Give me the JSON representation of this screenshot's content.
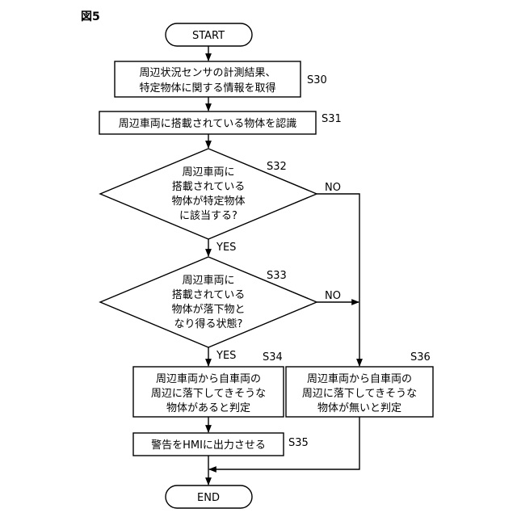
{
  "figure_label": "図5",
  "start": "START",
  "end": "END",
  "steps": {
    "s30": {
      "id": "S30",
      "lines": [
        "周辺状況センサの計測結果、",
        "特定物体に関する情報を取得"
      ]
    },
    "s31": {
      "id": "S31",
      "lines": [
        "周辺車両に搭載されている物体を認識"
      ]
    },
    "s32": {
      "id": "S32",
      "lines": [
        "周辺車両に",
        "搭載されている",
        "物体が特定物体",
        "に該当する?"
      ]
    },
    "s33": {
      "id": "S33",
      "lines": [
        "周辺車両に",
        "搭載されている",
        "物体が落下物と",
        "なり得る状態?"
      ]
    },
    "s34": {
      "id": "S34",
      "lines": [
        "周辺車両から自車両の",
        "周辺に落下してきそうな",
        "物体があると判定"
      ]
    },
    "s35": {
      "id": "S35",
      "lines": [
        "警告をHMIに出力させる"
      ]
    },
    "s36": {
      "id": "S36",
      "lines": [
        "周辺車両から自車両の",
        "周辺に落下してきそうな",
        "物体が無いと判定"
      ]
    }
  },
  "branches": {
    "s32_yes": "YES",
    "s32_no": "NO",
    "s33_yes": "YES",
    "s33_no": "NO"
  }
}
